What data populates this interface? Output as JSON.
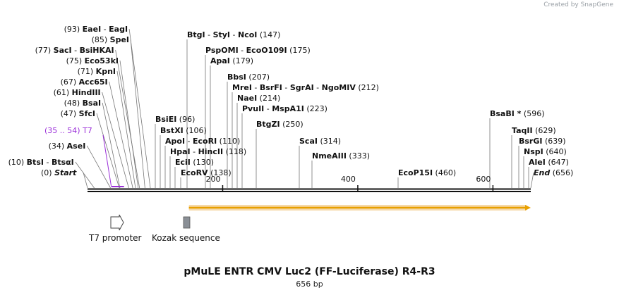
{
  "credit": "Created by SnapGene",
  "title": "pMuLE ENTR CMV Luc2 (FF-Luciferase) R4-R3",
  "subtitle": "656 bp",
  "colors": {
    "enzyme": "#111111",
    "primer": "#9b30d9",
    "orf": "#e8a000",
    "orf_fill": "#f6d9a8",
    "kozak": "#8a8f96"
  },
  "sequence": {
    "length": 656,
    "start_label": "Start",
    "start_pos": "(0)",
    "end_label": "End",
    "end_pos": "(656)"
  },
  "axis_ticks": [
    {
      "pos": 200,
      "label": "200"
    },
    {
      "pos": 400,
      "label": "400"
    },
    {
      "pos": 600,
      "label": "600"
    }
  ],
  "enzymes": [
    {
      "pos": 10,
      "label": "BtsI",
      "alt": "BtsαI",
      "num": "(10)"
    },
    {
      "pos": 34,
      "label": "AseI",
      "num": "(34)"
    },
    {
      "pos": 47,
      "label": "SfcI",
      "num": "(47)"
    },
    {
      "pos": 48,
      "label": "BsaI",
      "num": "(48)"
    },
    {
      "pos": 61,
      "label": "HindIII",
      "num": "(61)"
    },
    {
      "pos": 67,
      "label": "Acc65I",
      "num": "(67)"
    },
    {
      "pos": 71,
      "label": "KpnI",
      "num": "(71)"
    },
    {
      "pos": 75,
      "label": "Eco53kI",
      "num": "(75)"
    },
    {
      "pos": 77,
      "label": "SacI",
      "alt": "BsiHKAI",
      "num": "(77)"
    },
    {
      "pos": 85,
      "label": "SpeI",
      "num": "(85)"
    },
    {
      "pos": 93,
      "label": "EaeI",
      "alt": "EagI",
      "num": "(93)"
    },
    {
      "pos": 96,
      "label": "BsiEI",
      "num": "(96)"
    },
    {
      "pos": 106,
      "label": "BstXI",
      "num": "(106)"
    },
    {
      "pos": 110,
      "label": "ApoI",
      "alt": "EcoRI",
      "num": "(110)"
    },
    {
      "pos": 118,
      "label": "HpaI",
      "alt": "HincII",
      "num": "(118)"
    },
    {
      "pos": 130,
      "label": "EciI",
      "num": "(130)"
    },
    {
      "pos": 138,
      "label": "EcoRV",
      "num": "(138)"
    },
    {
      "pos": 147,
      "label": "BtgI",
      "alt": "StyI",
      "alt2": "NcoI",
      "num": "(147)"
    },
    {
      "pos": 175,
      "label": "PspOMI",
      "alt": "EcoO109I",
      "num": "(175)"
    },
    {
      "pos": 179,
      "label": "ApaI",
      "num": "(179)"
    },
    {
      "pos": 207,
      "label": "BbsI",
      "num": "(207)"
    },
    {
      "pos": 212,
      "label": "MreI",
      "alt": "BsrFI",
      "alt2": "SgrAI",
      "alt3": "NgoMIV",
      "num": "(212)"
    },
    {
      "pos": 214,
      "label": "NaeI",
      "num": "(214)"
    },
    {
      "pos": 223,
      "label": "PvuII",
      "alt": "MspA1I",
      "num": "(223)"
    },
    {
      "pos": 250,
      "label": "BtgZI",
      "num": "(250)"
    },
    {
      "pos": 314,
      "label": "ScaI",
      "num": "(314)"
    },
    {
      "pos": 333,
      "label": "NmeAIII",
      "num": "(333)"
    },
    {
      "pos": 460,
      "label": "EcoP15I",
      "num": "(460)"
    },
    {
      "pos": 596,
      "label": "BsaBI *",
      "num": "(596)"
    },
    {
      "pos": 629,
      "label": "TaqII",
      "num": "(629)"
    },
    {
      "pos": 639,
      "label": "BsrGI",
      "num": "(639)"
    },
    {
      "pos": 640,
      "label": "NspI",
      "num": "(640)"
    },
    {
      "pos": 647,
      "label": "AleI",
      "num": "(647)"
    }
  ],
  "primer": {
    "label": "T7",
    "range": "(35 .. 54)",
    "start": 35,
    "end": 54
  },
  "orf": {
    "start": 150,
    "end": 656
  },
  "kozak": {
    "pos": 146
  },
  "legend": {
    "t7_promoter": "T7 promoter",
    "kozak_sequence": "Kozak sequence"
  }
}
